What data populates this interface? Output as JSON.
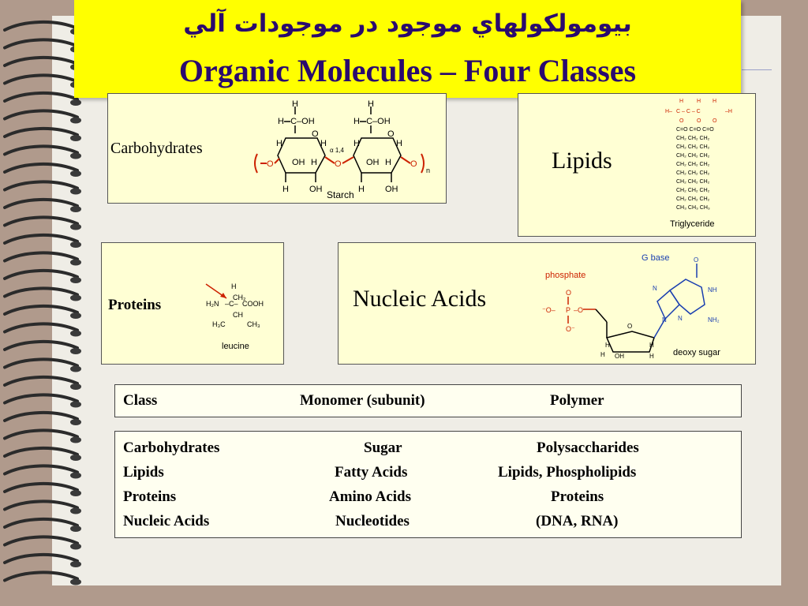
{
  "slide": {
    "title_persian": "بيومولكولهاي موجود در موجودات آلي",
    "title_english": "Organic Molecules – Four Classes"
  },
  "panels": {
    "carbohydrates": {
      "label": "Carbohydrates",
      "caption": "Starch",
      "bond_label": "α 1,4",
      "subscript": "n"
    },
    "lipids": {
      "label": "Lipids",
      "caption": "Triglyceride"
    },
    "proteins": {
      "label": "Proteins",
      "caption": "leucine"
    },
    "nucleic_acids": {
      "label": "Nucleic Acids",
      "phosphate_label": "phosphate",
      "base_label": "G base",
      "sugar_label": "deoxy sugar"
    }
  },
  "table": {
    "headers": [
      "Class",
      "Monomer (subunit)",
      "Polymer"
    ],
    "rows": [
      [
        "Carbohydrates",
        "Sugar",
        "Polysaccharides"
      ],
      [
        "Lipids",
        "Fatty Acids",
        "Lipids, Phospholipids"
      ],
      [
        "Proteins",
        "Amino Acids",
        "Proteins"
      ],
      [
        "Nucleic  Acids",
        "Nucleotides",
        "(DNA, RNA)"
      ]
    ]
  },
  "colors": {
    "title_bg": "#ffff00",
    "title_text": "#2a0a6e",
    "panel_bg": "#ffffd4",
    "accent_red": "#cc2200",
    "molecule_blue": "#1a3fb0"
  }
}
